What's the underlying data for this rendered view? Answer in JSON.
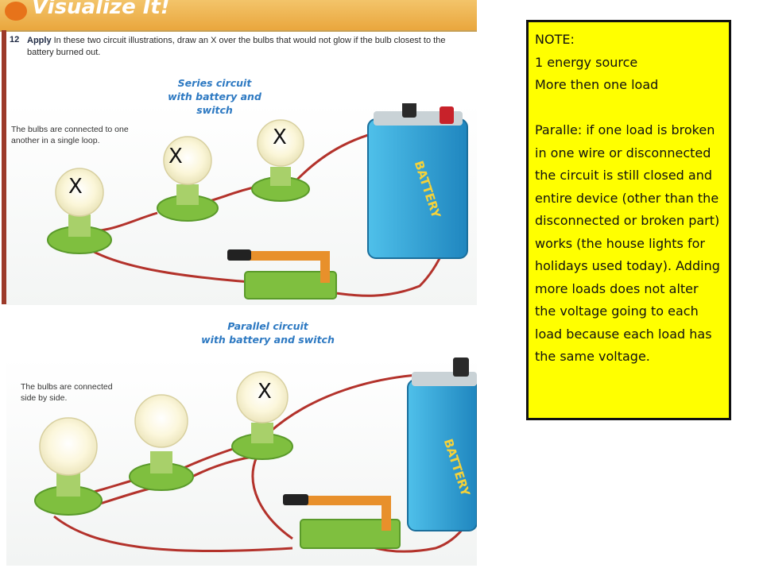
{
  "textbook": {
    "header": "Visualize It!",
    "question": {
      "number": "12",
      "lead": "Apply",
      "text": "In these two circuit illustrations, draw an X over the bulbs that would not glow if the bulb closest to the battery burned out."
    },
    "series": {
      "caption_line1": "Series circuit",
      "caption_line2": "with battery and switch",
      "desc_line1": "The bulbs are connected to one",
      "desc_line2": "another in a single loop.",
      "battery_label": "BATTERY"
    },
    "parallel": {
      "caption_line1": "Parallel circuit",
      "caption_line2": "with battery and switch",
      "desc_line1": "The bulbs are connected",
      "desc_line2": "side by side.",
      "battery_label": "BATTERY"
    }
  },
  "marks": {
    "series_bulb1": "X",
    "series_bulb2": "X",
    "series_bulb3": "X",
    "parallel_bulb3": "X"
  },
  "note": {
    "title": "NOTE:",
    "line1": "1 energy source",
    "line2": "More then one load",
    "paragraph": "Paralle: if one load is broken in one wire or disconnected the circuit is still closed and entire device (other than the disconnected or broken part) works (the house lights for holidays used today). Adding more loads does not alter the voltage going to each load because each load has the same voltage."
  },
  "colors": {
    "caption_blue": "#2d79c2",
    "note_yellow": "#ffff00",
    "battery_blue": "#2ea3d6",
    "wire_red": "#b3322b",
    "base_green": "#7fbf3f",
    "switch_orange": "#e8902b"
  }
}
